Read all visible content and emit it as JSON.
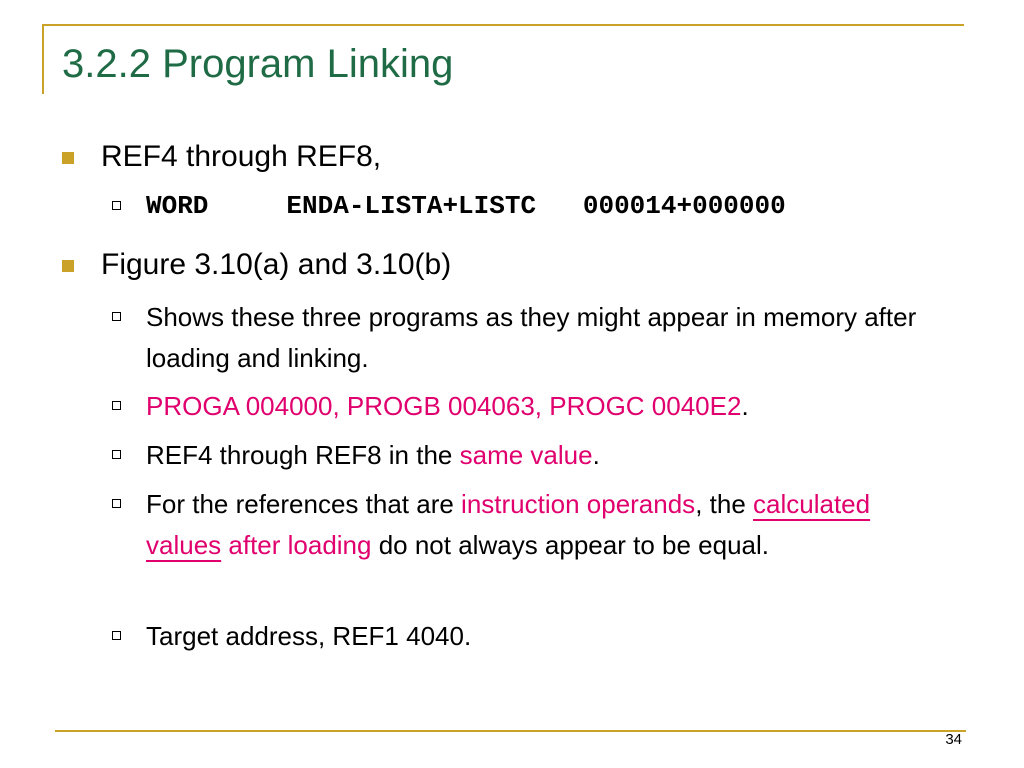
{
  "slide": {
    "title": "3.2.2  Program Linking",
    "page_number": "34",
    "accent_color": "#c9a227",
    "title_color": "#1e6b45",
    "highlight_color": "#e0006e"
  },
  "bullets": {
    "b1": {
      "text": "REF4 through REF8,",
      "sub1": "WORD     ENDA-LISTA+LISTC   000014+000000"
    },
    "b2": {
      "text": "Figure 3.10(a) and 3.10(b)",
      "sub1": "Shows these three programs as they might appear in memory after loading and linking.",
      "sub2": {
        "pink": "PROGA  004000, PROGB  004063, PROGC  0040E2",
        "end": "."
      },
      "sub3": {
        "pre": "REF4 through REF8 in the ",
        "pink": "same value",
        "end": "."
      },
      "sub4": {
        "pre": "For the references that are ",
        "pink1": "instruction operands",
        "mid": ", the ",
        "pink2": "calculated values",
        "pink3": " after loading",
        "end": " do not always appear to be equal."
      },
      "sub5": "Target address, REF1  4040."
    }
  }
}
